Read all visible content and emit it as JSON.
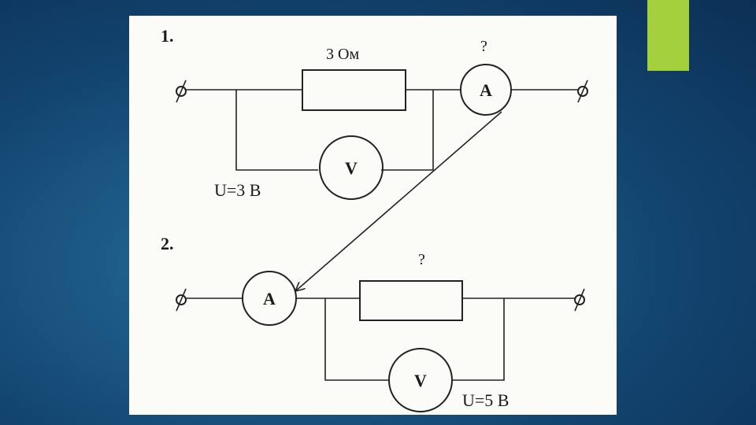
{
  "colors": {
    "background": "#124570",
    "accent": "#a3cf3c",
    "panel": "#fbfbf8",
    "ink": "#222222"
  },
  "circuit1": {
    "number": "1.",
    "resistor_label": "3 Ом",
    "unknown_label": "?",
    "ammeter_label": "A",
    "voltmeter_label": "V",
    "voltage_label": "U=3 В"
  },
  "circuit2": {
    "number": "2.",
    "unknown_label": "?",
    "ammeter_label": "A",
    "voltmeter_label": "V",
    "voltage_label": "U=5 В"
  }
}
